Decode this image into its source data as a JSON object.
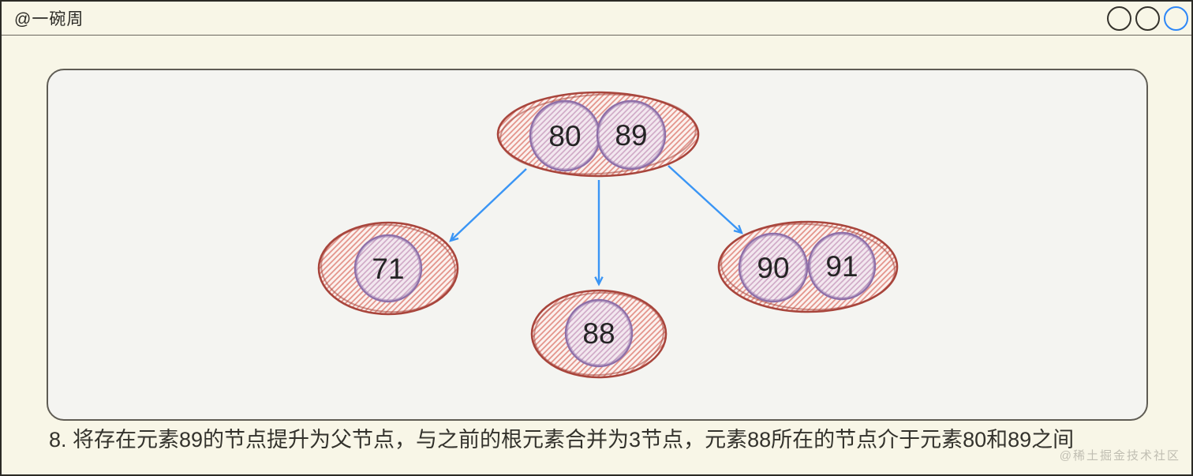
{
  "header": {
    "brand": "@一碗周",
    "window_controls": [
      {
        "name": "window-control-1",
        "color": "#34322c"
      },
      {
        "name": "window-control-2",
        "color": "#34322c"
      },
      {
        "name": "window-control-3",
        "color": "#2e87f7"
      }
    ]
  },
  "diagram": {
    "type": "2-3 tree node diagram",
    "root": {
      "keys": [
        "80",
        "89"
      ]
    },
    "children": [
      {
        "keys": [
          "71"
        ]
      },
      {
        "keys": [
          "88"
        ]
      },
      {
        "keys": [
          "90",
          "91"
        ]
      }
    ],
    "edges": [
      {
        "from": "root",
        "to": "child-0"
      },
      {
        "from": "root",
        "to": "child-1"
      },
      {
        "from": "root",
        "to": "child-2"
      }
    ]
  },
  "caption": "8. 将存在元素89的节点提升为父节点，与之前的根元素合并为3节点，元素88所在的节点介于元素80和89之间",
  "watermark": "@稀土掘金技术社区",
  "colors": {
    "page_bg": "#f8f6e7",
    "canvas_bg": "#f4f4f1",
    "node_stroke": "#a8453c",
    "node_hatch_line": "#e4938a",
    "key_stroke": "#8e6fa8",
    "key_hatch_line": "#c5a9d6",
    "arrow": "#3a95f5",
    "text": "#242424"
  }
}
